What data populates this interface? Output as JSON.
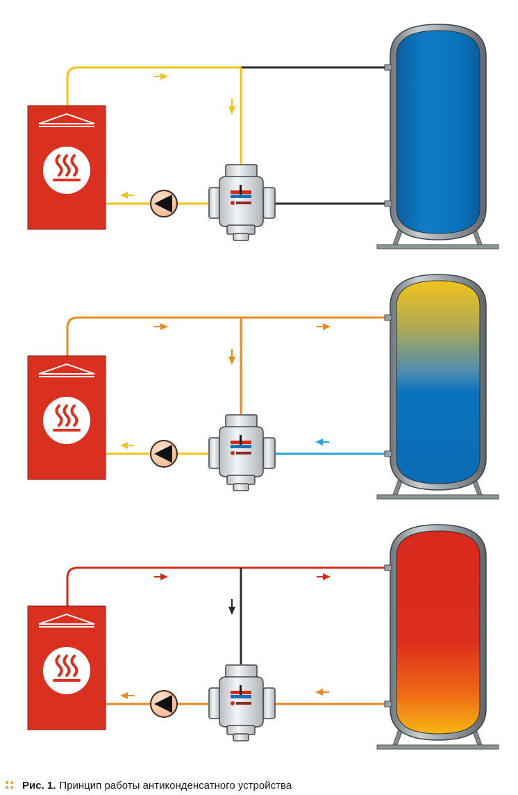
{
  "caption": {
    "prefix": "Рис. 1.",
    "text": "Принцип работы антиконденсатного устройства",
    "accent_color": "#f0a040"
  },
  "colors": {
    "hot": "#f2c21a",
    "warm": "#e8891d",
    "red": "#d42a1e",
    "cold": "#2aa3d8",
    "neutral": "#2a2a2a",
    "boiler": "#d9301f",
    "tank_blue": "#0a73be"
  },
  "schemes": [
    {
      "name": "stage-1-boiler-warm-up",
      "tank_fill": "blue",
      "supply_color": "hot",
      "bypass_color": "hot",
      "to_tank_color": "neutral",
      "tank_return_color": "neutral",
      "boiler_return_color": "hot",
      "top_arrows": [
        "supply"
      ],
      "return_arrows": []
    },
    {
      "name": "stage-2-mixing",
      "tank_fill": "yellow-to-blue",
      "supply_color": "warm",
      "bypass_color": "warm",
      "to_tank_color": "warm",
      "tank_return_color": "cold",
      "boiler_return_color": "hot",
      "top_arrows": [
        "supply",
        "to-tank"
      ],
      "return_arrows": [
        "tank-return"
      ]
    },
    {
      "name": "stage-3-full-charge",
      "tank_fill": "red-to-yellow",
      "supply_color": "red",
      "bypass_color": "neutral",
      "to_tank_color": "red",
      "tank_return_color": "warm",
      "boiler_return_color": "warm",
      "top_arrows": [
        "supply",
        "to-tank"
      ],
      "return_arrows": [
        "tank-return"
      ]
    }
  ]
}
